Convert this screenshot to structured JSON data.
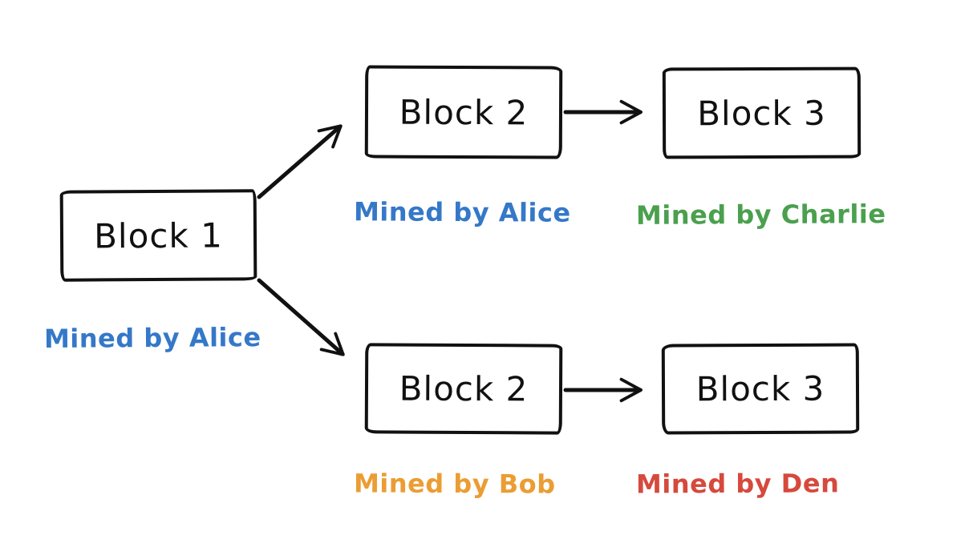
{
  "diagram": {
    "type": "blockchain-fork-diagram",
    "background": "#ffffff",
    "stroke_color": "#111111",
    "nodes": [
      {
        "id": "block-1",
        "label": "Block 1",
        "miner": {
          "text": "Mined by Alice",
          "color": "#3578c8"
        }
      },
      {
        "id": "block-2-top",
        "label": "Block 2",
        "miner": {
          "text": "Mined by Alice",
          "color": "#3578c8"
        }
      },
      {
        "id": "block-3-top",
        "label": "Block 3",
        "miner": {
          "text": "Mined by Charlie",
          "color": "#4ba04e"
        }
      },
      {
        "id": "block-2-bottom",
        "label": "Block 2",
        "miner": {
          "text": "Mined by Bob",
          "color": "#eb9d33"
        }
      },
      {
        "id": "block-3-bottom",
        "label": "Block 3",
        "miner": {
          "text": "Mined by Den",
          "color": "#d6493d"
        }
      }
    ],
    "edges": [
      {
        "from": "block-1",
        "to": "block-2-top"
      },
      {
        "from": "block-1",
        "to": "block-2-bottom"
      },
      {
        "from": "block-2-top",
        "to": "block-3-top"
      },
      {
        "from": "block-2-bottom",
        "to": "block-3-bottom"
      }
    ]
  }
}
